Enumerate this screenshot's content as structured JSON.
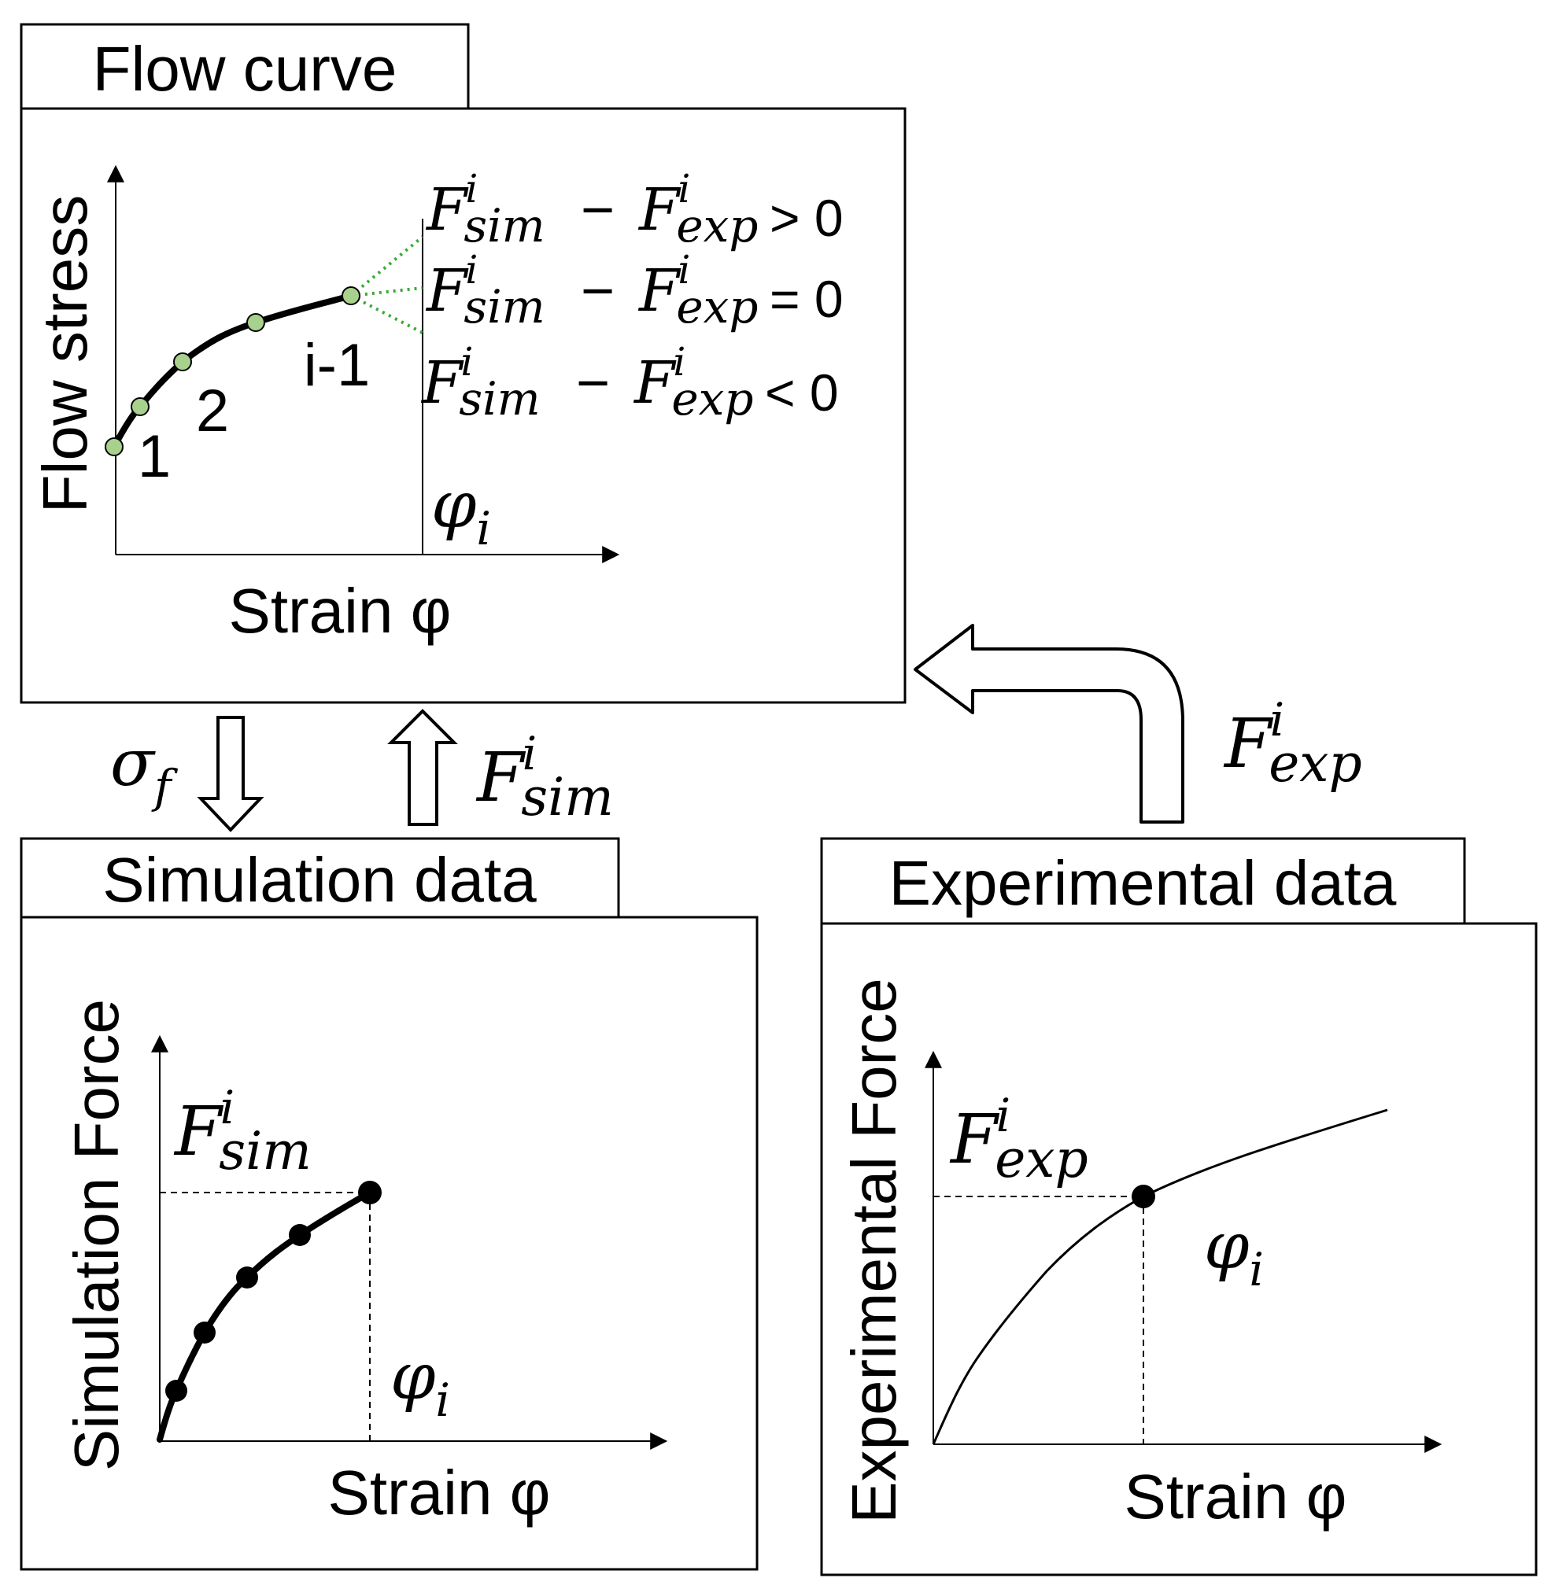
{
  "flow_curve": {
    "title": "Flow curve",
    "y_label": "Flow stress",
    "x_label": "Strain φ",
    "point_labels": [
      "1",
      "2",
      "i-1"
    ],
    "phi_label": {
      "base": "φ",
      "sub": "i"
    },
    "conditions": [
      {
        "relation": "> 0"
      },
      {
        "relation": "= 0"
      },
      {
        "relation": "< 0"
      }
    ],
    "point_color": "#a9d18e",
    "fan_color": "#3aaa35"
  },
  "math": {
    "F": "F",
    "i": "i",
    "sim": "sim",
    "exp": "exp",
    "minus": "−",
    "sigma": "σ",
    "f": "f",
    "phi": "φ"
  },
  "simulation": {
    "title": "Simulation data",
    "y_label": "Simulation Force",
    "x_label": "Strain φ"
  },
  "experimental": {
    "title": "Experimental data",
    "y_label": "Experimental Force",
    "x_label": "Strain φ"
  }
}
